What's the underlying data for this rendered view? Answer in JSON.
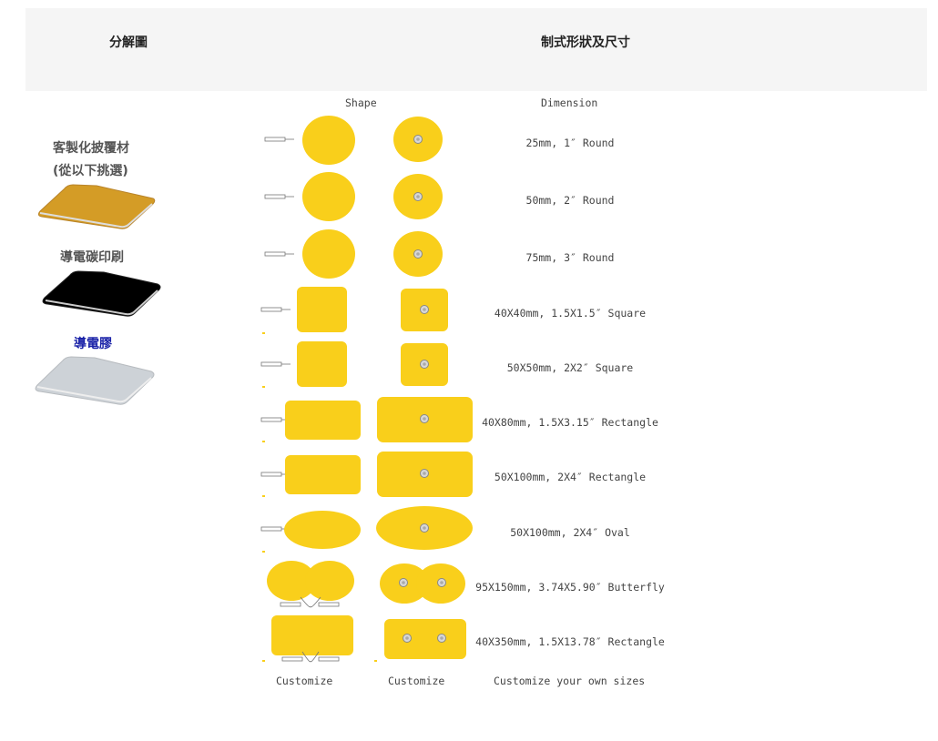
{
  "header": {
    "left_title": "分解圖",
    "right_title": "制式形狀及尺寸"
  },
  "columns": {
    "shape": "Shape",
    "dimension": "Dimension"
  },
  "layers": {
    "material_title": "客製化披覆材",
    "material_subtitle": "(從以下挑選)",
    "carbon_title": "導電碳印刷",
    "gel_title": "導電膠"
  },
  "colors": {
    "pad": "#f9cf1b",
    "material": "#d49c26",
    "carbon": "#000000",
    "gel": "#cdd2d7",
    "gel_label": "#1a22a8"
  },
  "rows": [
    {
      "shape": "round",
      "dimension": "25mm, 1″ Round"
    },
    {
      "shape": "round",
      "dimension": "50mm, 2″ Round"
    },
    {
      "shape": "round",
      "dimension": "75mm, 3″ Round"
    },
    {
      "shape": "square",
      "dimension": "40X40mm, 1.5X1.5″ Square"
    },
    {
      "shape": "square",
      "dimension": "50X50mm, 2X2″ Square"
    },
    {
      "shape": "rectangle",
      "dimension": "40X80mm, 1.5X3.15″ Rectangle"
    },
    {
      "shape": "rectangle",
      "dimension": "50X100mm, 2X4″ Rectangle"
    },
    {
      "shape": "oval",
      "dimension": "50X100mm, 2X4″ Oval"
    },
    {
      "shape": "butterfly",
      "dimension": "95X150mm, 3.74X5.90″ Butterfly"
    },
    {
      "shape": "long-rectangle",
      "dimension": "40X350mm, 1.5X13.78″ Rectangle"
    }
  ],
  "footer": {
    "customize_left": "Customize",
    "customize_right": "Customize",
    "customize_dimension": "Customize your own sizes"
  }
}
